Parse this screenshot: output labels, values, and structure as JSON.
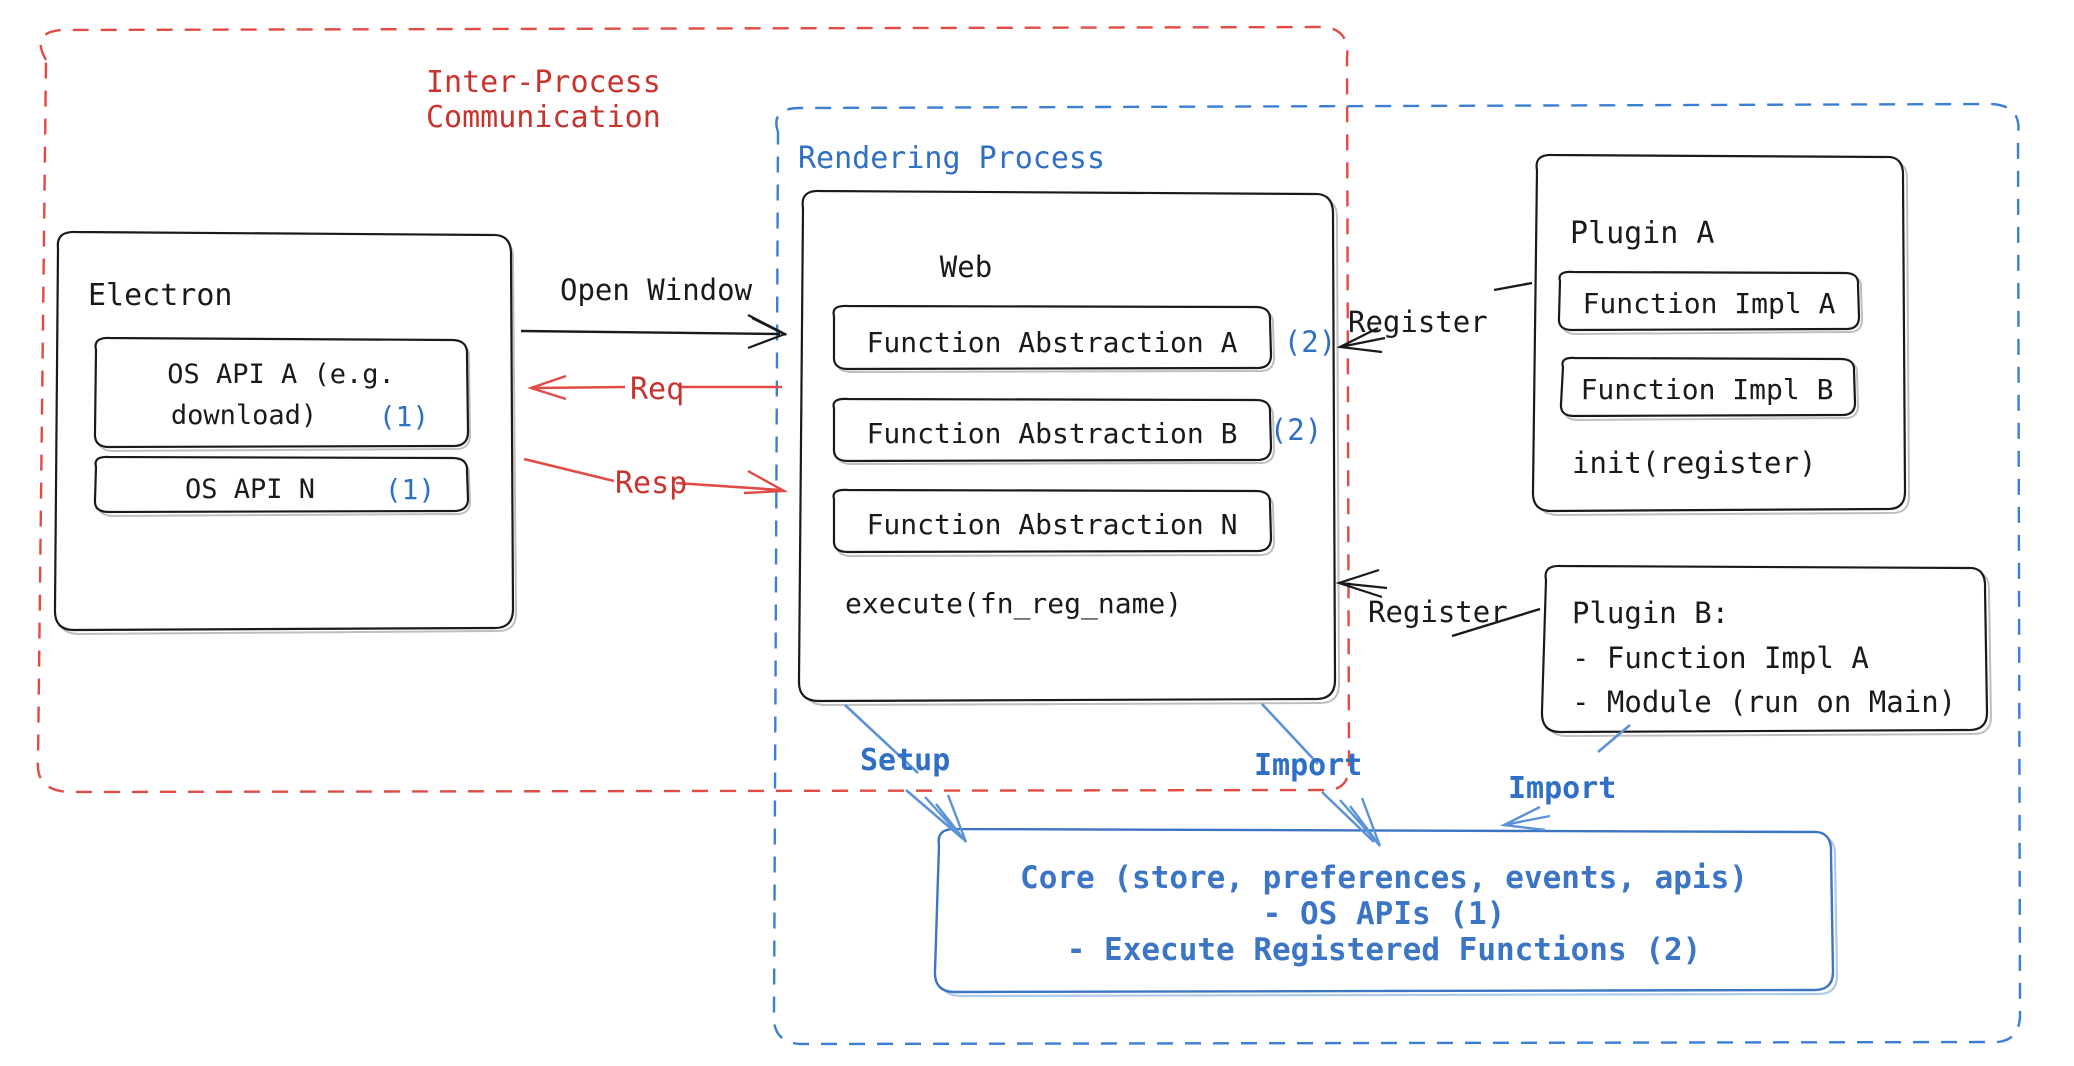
{
  "diagram": {
    "title": "Electron plugin architecture",
    "colors": {
      "black": "#1a1a1a",
      "red": "#e04b45",
      "red_text": "#c9332e",
      "blue": "#3b7fd4",
      "blue_text": "#2f6fc4",
      "core_blue": "#3b75c4",
      "background": "#ffffff"
    },
    "regions": {
      "ipc": {
        "label_line1": "Inter-Process",
        "label_line2": "Communication",
        "style": "dashed-red"
      },
      "rendering": {
        "label": "Rendering Process",
        "style": "dashed-blue"
      }
    },
    "electron": {
      "title": "Electron",
      "apis": [
        {
          "line1": "OS API A (e.g.",
          "line2": "download)",
          "marker": "(1)"
        },
        {
          "line1": "OS API N",
          "line2": "",
          "marker": "(1)"
        }
      ]
    },
    "web": {
      "title": "Web",
      "abstractions": [
        {
          "label": "Function Abstraction A",
          "marker": "(2)"
        },
        {
          "label": "Function Abstraction B",
          "marker": "(2)"
        },
        {
          "label": "Function Abstraction N",
          "marker": ""
        }
      ],
      "execute": "execute(fn_reg_name)"
    },
    "plugin_a": {
      "title": "Plugin A",
      "items": [
        "Function Impl A",
        "Function Impl B"
      ],
      "init": "init(register)"
    },
    "plugin_b": {
      "title": "Plugin B:",
      "items": [
        "- Function Impl A",
        "- Module (run on Main)"
      ]
    },
    "core": {
      "line1": "Core (store, preferences, events, apis)",
      "line2": "- OS APIs (1)",
      "line3": "- Execute Registered Functions (2)"
    },
    "edges": {
      "open_window": "Open Window",
      "req": "Req",
      "resp": "Resp",
      "register_a": "Register",
      "register_b": "Register",
      "setup": "Setup",
      "import_web": "Import",
      "import_plugin": "Import"
    }
  }
}
